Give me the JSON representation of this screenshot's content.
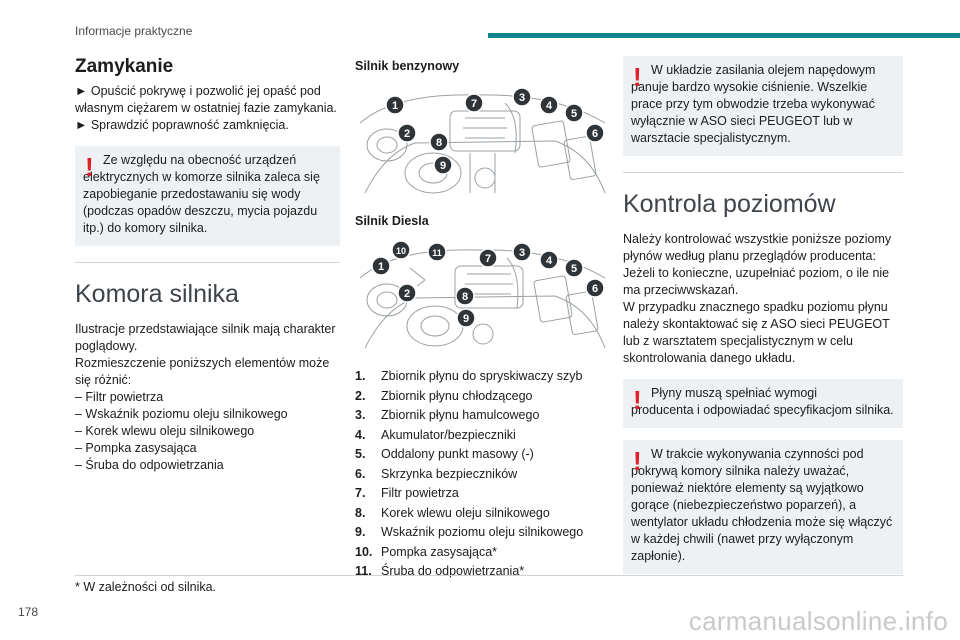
{
  "header": {
    "section_title": "Informacje praktyczne",
    "accent_color": "#14858f"
  },
  "col1": {
    "closing_title": "Zamykanie",
    "closing_bullets": [
      "► Opuścić pokrywę i pozwolić jej opaść pod własnym ciężarem w ostatniej fazie zamykania.",
      "► Sprawdzić poprawność zamknięcia."
    ],
    "warning1": {
      "line1": "Ze względu na obecność urządzeń",
      "rest": "elektrycznych w komorze silnika zaleca się zapobieganie przedostawaniu się wody (podczas opadów deszczu, mycia pojazdu itp.) do komory silnika."
    },
    "engine_title": "Komora silnika",
    "engine_intro1": "Ilustracje przedstawiające silnik mają charakter poglądowy.",
    "engine_intro2": "Rozmieszczenie poniższych elementów może się różnić:",
    "engine_items": [
      "– Filtr powietrza",
      "– Wskaźnik poziomu oleju silnikowego",
      "– Korek wlewu oleju silnikowego",
      "– Pompka zasysająca",
      "– Śruba do odpowietrzania"
    ]
  },
  "col2": {
    "petrol_label": "Silnik benzynowy",
    "diesel_label": "Silnik Diesla",
    "petrol_markers": [
      "1",
      "2",
      "3",
      "4",
      "5",
      "6",
      "7",
      "8",
      "9"
    ],
    "diesel_markers": [
      "1",
      "2",
      "3",
      "4",
      "5",
      "6",
      "7",
      "8",
      "9",
      "10",
      "11"
    ],
    "legend": [
      {
        "num": "1.",
        "text": "Zbiornik płynu do spryskiwaczy szyb"
      },
      {
        "num": "2.",
        "text": "Zbiornik płynu chłodzącego"
      },
      {
        "num": "3.",
        "text": "Zbiornik płynu hamulcowego"
      },
      {
        "num": "4.",
        "text": "Akumulator/bezpieczniki"
      },
      {
        "num": "5.",
        "text": "Oddalony punkt masowy (-)"
      },
      {
        "num": "6.",
        "text": "Skrzynka bezpieczników"
      },
      {
        "num": "7.",
        "text": "Filtr powietrza"
      },
      {
        "num": "8.",
        "text": "Korek wlewu oleju silnikowego"
      },
      {
        "num": "9.",
        "text": "Wskaźnik poziomu oleju silnikowego"
      },
      {
        "num": "10.",
        "text": "Pompka zasysająca*"
      },
      {
        "num": "11.",
        "text": "Śruba do odpowietrzania*"
      }
    ]
  },
  "col3": {
    "warning2": {
      "line1": "W układzie zasilania olejem napędowym",
      "rest": "panuje bardzo wysokie ciśnienie. Wszelkie prace przy tym obwodzie trzeba wykonywać wyłącznie w ASO sieci PEUGEOT lub w warsztacie specjalistycznym."
    },
    "levels_title": "Kontrola poziomów",
    "levels_p1": "Należy kontrolować wszystkie poniższe poziomy płynów według planu przeglądów producenta:",
    "levels_p2": "Jeżeli to konieczne, uzupełniać poziom, o ile nie ma przeciwwskazań.",
    "levels_p3": "W przypadku znacznego spadku poziomu płynu należy skontaktować się z ASO sieci PEUGEOT lub z warsztatem specjalistycznym w celu skontrolowania danego układu.",
    "warning3": {
      "line1": "Płyny muszą spełniać wymogi",
      "rest": "producenta i odpowiadać specyfikacjom silnika."
    },
    "warning4": {
      "line1": "W trakcie wykonywania czynności pod",
      "rest": "pokrywą komory silnika należy uważać, ponieważ niektóre elementy są wyjątkowo gorące (niebezpieczeństwo poparzeń), a wentylator układu chłodzenia może się włączyć w każdej chwili (nawet przy wyłączonym zapłonie)."
    }
  },
  "footer": {
    "footnote": "* W zależności od silnika.",
    "page_number": "178",
    "watermark": "carmanualsonline.info"
  },
  "colors": {
    "warning_mark": "#e2202b",
    "warning_bg": "#eef1f3",
    "marker": "#2e3438"
  }
}
